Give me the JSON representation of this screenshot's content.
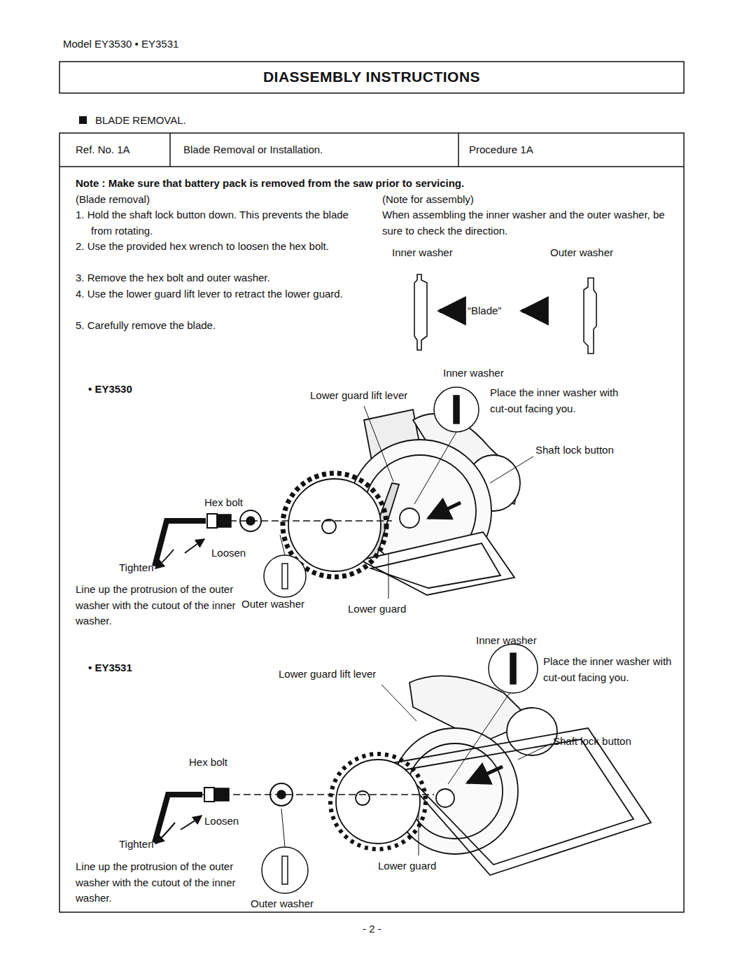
{
  "diagram": {
    "title": "DIASSEMBLY INSTRUCTIONS",
    "labels": [
      "Model EY3530 • EY3531",
      "BLADE REMOVAL.",
      "Ref. No. 1A",
      "Blade Removal or Installation.",
      "Procedure 1A",
      "Note : Make sure that battery pack is removed from the saw prior to servicing.",
      "(Blade removal)",
      "1. Hold the shaft lock button down. This prevents the blade from rotating.",
      "2. Use the provided hex wrench to loosen the hex bolt.",
      "3. Remove the hex bolt and outer washer.",
      "4. Use the lower guard lift lever to retract the lower guard.",
      "5. Carefully remove the blade.",
      "(Note for assembly)",
      "When assembling the inner washer and the outer washer, be sure to check the direction.",
      "Inner washer",
      "Outer washer",
      "“Blade”",
      "Inner washer",
      "• EY3530",
      "Lower guard lift lever",
      "Place the inner washer with cut-out facing you.",
      "Shaft lock button",
      "Hex bolt",
      "Tighten",
      "Loosen",
      "Line up the protrusion of the outer washer with the cutout of the inner washer.",
      "Outer washer",
      "Lower guard",
      "Inner washer",
      "• EY3531",
      "Lower guard lift lever",
      "Place the inner washer with cut-out facing you.",
      "Shaft lock button",
      "Hex bolt",
      "Loosen",
      "Tighten",
      "Line up the protrusion of the outer washer with the cutout of the inner washer.",
      "Outer washer",
      "Lower guard",
      "- 2 -"
    ]
  }
}
